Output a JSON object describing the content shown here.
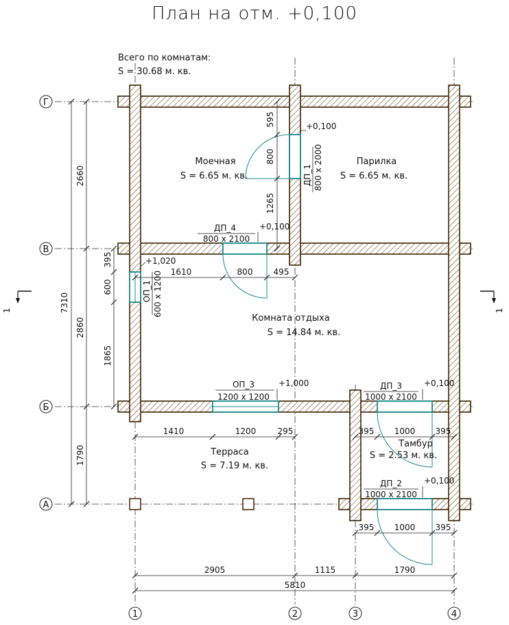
{
  "title": "План на отм. +0,100",
  "summary": {
    "line1": "Всего по комнатам:",
    "line2": "S   =  30.68 м. кв."
  },
  "rooms": {
    "moechnaya": {
      "name": "Моечная",
      "area": "S   = 6.65 м. кв."
    },
    "parilka": {
      "name": "Парилка",
      "area": "S   = 6.65 м. кв."
    },
    "otdykh": {
      "name": "Комната отдыха",
      "area": "S   = 14.84 м. кв."
    },
    "terrasa": {
      "name": "Терраса",
      "area": "S   = 7.19 м. кв."
    },
    "tambur": {
      "name": "Тамбур",
      "area": "S   = 2.53 м. кв."
    }
  },
  "openings": {
    "dp1": {
      "mark": "ДП_1",
      "size": "800 x 2000",
      "level": "+0,100"
    },
    "dp4": {
      "mark": "ДП_4",
      "size": "800 x 2100",
      "level": "+0,100"
    },
    "op1": {
      "mark": "ОП_1",
      "size": "600 x 1200",
      "level": "+1,020"
    },
    "op3": {
      "mark": "ОП_3",
      "size": "1200 x 1200",
      "level": "+1,000"
    },
    "dp3": {
      "mark": "ДП_3",
      "size": "1000 x 2100",
      "level": "+0,100"
    },
    "dp2": {
      "mark": "ДП_2",
      "size": "1000 x 2100",
      "level": "+0,100"
    }
  },
  "axes": {
    "v1": "1",
    "v2": "2",
    "v3": "3",
    "v4": "4",
    "hG": "Г",
    "hV": "В",
    "hB": "Б",
    "hA": "А"
  },
  "section": {
    "left": "1",
    "right": "1"
  },
  "dims": {
    "d2660": "2660",
    "d2860": "2860",
    "d1790": "1790",
    "d7310": "7310",
    "d595": "595",
    "d800v": "800",
    "d1265": "1265",
    "d1610": "1610",
    "d800h": "800",
    "d495": "495",
    "d395v": "395",
    "d600v": "600",
    "d1865": "1865",
    "d1410": "1410",
    "d1200": "1200",
    "d295": "295",
    "t395a": "395",
    "t1000a": "1000",
    "t395b": "395",
    "t395c": "395",
    "t1000b": "1000",
    "t395d": "395",
    "b2905": "2905",
    "b1115": "1115",
    "b1790": "1790",
    "b5810": "5810"
  }
}
